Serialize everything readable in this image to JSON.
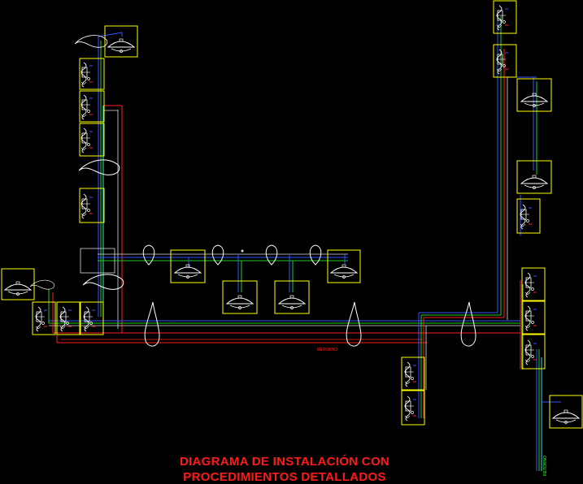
{
  "title": {
    "line1": "DIAGRAMA DE INSTALACIÓN CON",
    "line2": "PROCEDIMIENTOS DETALLADOS"
  },
  "labels": {
    "retorno": "RETORNO",
    "vertical_right": "RETORNO"
  },
  "colors": {
    "background": "#000000",
    "box": "#ffff00",
    "wire_red": "#ff2020",
    "wire_blue": "#3355ff",
    "wire_green": "#22cc22",
    "wire_cyan": "#33dddd",
    "wire_white": "#dddddd",
    "symbol": "#ffffff",
    "title": "#ff1a1a"
  }
}
